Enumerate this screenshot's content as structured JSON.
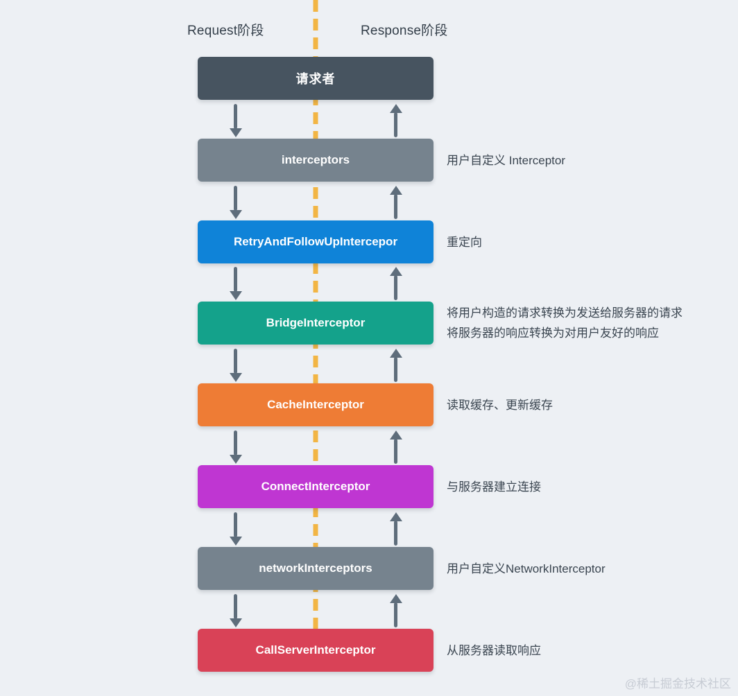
{
  "page": {
    "background_color": "#edf0f4",
    "watermark": "@稀土掘金技术社区"
  },
  "header": {
    "request_label": "Request阶段",
    "response_label": "Response阶段"
  },
  "divider": {
    "type": "vertical-dashed-line",
    "color": "#f2b544"
  },
  "arrows": {
    "color": "#5e6d7b",
    "left_direction": "down",
    "right_direction": "up"
  },
  "flow": {
    "boxes": [
      {
        "label": "请求者",
        "color": "#475460",
        "annotation": []
      },
      {
        "label": "interceptors",
        "color": "#76838e",
        "annotation": [
          "用户自定义 Interceptor"
        ]
      },
      {
        "label": "RetryAndFollowUpIntercepor",
        "color": "#0f83d8",
        "annotation": [
          "重定向"
        ]
      },
      {
        "label": "BridgeInterceptor",
        "color": "#14a28b",
        "annotation": [
          "将用户构造的请求转换为发送给服务器的请求",
          "将服务器的响应转换为对用户友好的响应"
        ]
      },
      {
        "label": "CacheInterceptor",
        "color": "#ee7c35",
        "annotation": [
          "读取缓存、更新缓存"
        ]
      },
      {
        "label": "ConnectInterceptor",
        "color": "#bf36d2",
        "annotation": [
          "与服务器建立连接"
        ]
      },
      {
        "label": "networkInterceptors",
        "color": "#76838e",
        "annotation": [
          "用户自定义NetworkInterceptor"
        ]
      },
      {
        "label": "CallServerInterceptor",
        "color": "#d94257",
        "annotation": [
          "从服务器读取响应"
        ]
      }
    ]
  }
}
